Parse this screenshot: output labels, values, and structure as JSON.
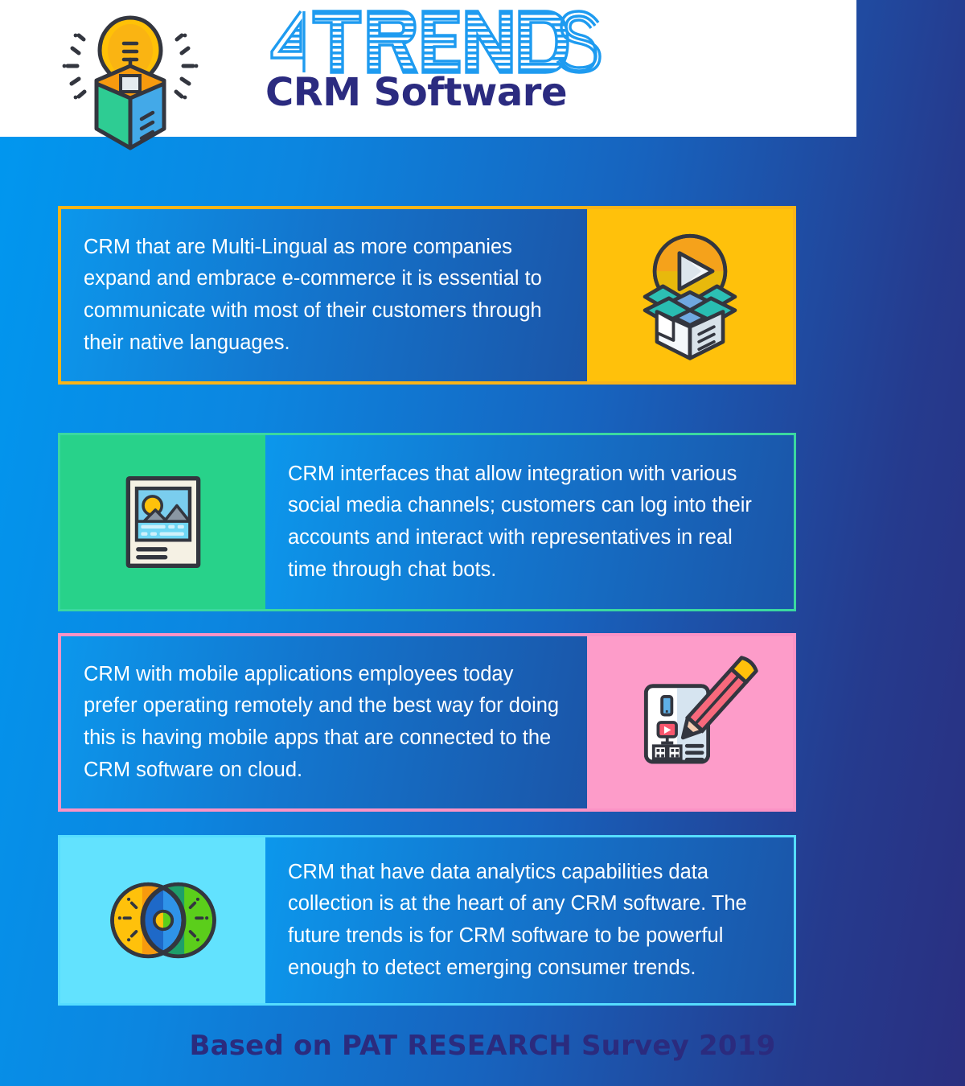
{
  "header": {
    "title_main": "4TRENDS",
    "title_sub": "CRM Software",
    "icon": "lightbulb-in-open-box-icon",
    "band_color": "#FFFFFF",
    "title_main_color": "#1E9BF0",
    "title_sub_color": "#2B2B80"
  },
  "background": {
    "gradient_from": "#0098F0",
    "gradient_to": "#2A2F80"
  },
  "trends": [
    {
      "index": 1,
      "text": "CRM that are Multi-Lingual as more companies expand and embrace e-commerce it is essential to communicate with most of their customers through their native languages.",
      "icon": "play-button-in-open-box-icon",
      "icon_side": "right",
      "accent_color": "#FFC10B",
      "border_color": "#F9B418"
    },
    {
      "index": 2,
      "text": "CRM interfaces that allow integration with various social media channels; customers can log into their accounts and interact with representatives in real time through chat bots.",
      "icon": "image-document-icon",
      "icon_side": "left",
      "accent_color": "#28D28A",
      "border_color": "#3BD8A0"
    },
    {
      "index": 3,
      "text": "CRM with mobile applications employees today prefer operating remotely and the best way for doing this is having mobile apps that are connected to the CRM software on cloud.",
      "icon": "pencil-form-icon",
      "icon_side": "right",
      "accent_color": "#FD9CC9",
      "border_color": "#FB93C5"
    },
    {
      "index": 4,
      "text": "CRM that have data analytics capabilities data collection is at the heart of any CRM software. The future trends is for CRM software to be powerful enough to detect emerging consumer trends.",
      "icon": "venn-diagram-icon",
      "icon_side": "left",
      "accent_color": "#62E2FE",
      "border_color": "#55DDFF"
    }
  ],
  "footer": {
    "text": "Based on PAT RESEARCH Survey 2019",
    "color": "#2B2B7E"
  }
}
